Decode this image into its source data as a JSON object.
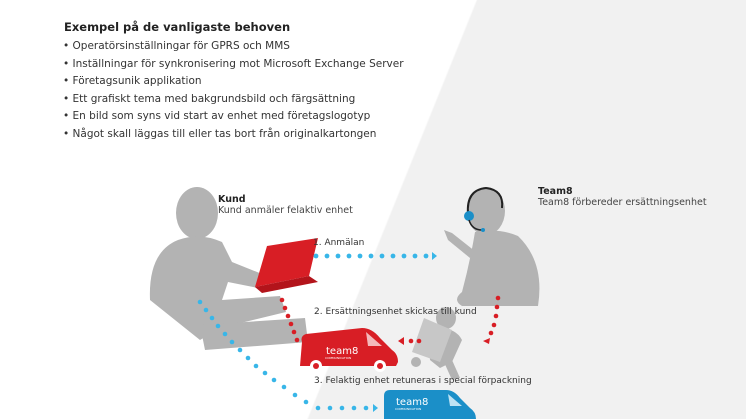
{
  "needs": {
    "title": "Exempel på de vanligaste behoven",
    "items": [
      "Operatörsinställningar för GPRS och MMS",
      "Inställningar för synkronisering mot Microsoft Exchange Server",
      "Företagsunik applikation",
      "Ett grafiskt tema med bakgrundsbild och färgsättning",
      "En bild som syns vid start av enhet med företagslogotyp",
      "Något skall läggas till eller tas bort från originalkartongen"
    ]
  },
  "diagram": {
    "customer": {
      "title": "Kund",
      "description": "Kund anmäler felaktiv enhet"
    },
    "provider": {
      "title": "Team8",
      "description": "Team8 förbereder ersättningsenhet"
    },
    "steps": [
      {
        "label": "1. Anmälan"
      },
      {
        "label": "2. Ersättningsenhet skickas till kund"
      },
      {
        "label": "3. Felaktig enhet retuneras i special förpackning"
      }
    ],
    "van_logo": "team8",
    "van_logo_sub": "COMMUNICATION",
    "colors": {
      "blue_dots": "#38b6e8",
      "red_dots": "#d81e25",
      "red_van": "#d81e25",
      "blue_van": "#1b8fc8",
      "silhouette": "#b3b3b3",
      "laptop": "#d81e25"
    }
  }
}
